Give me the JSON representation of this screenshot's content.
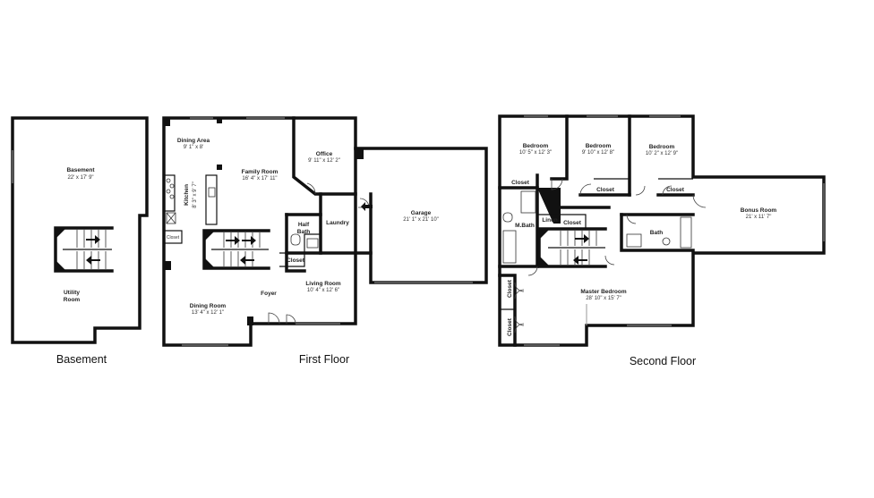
{
  "floors": [
    {
      "label": "Basement",
      "rooms": [
        {
          "name": "Basement",
          "size": "22' x 17' 9\""
        },
        {
          "name": "Utility",
          "name2": "Room"
        }
      ]
    },
    {
      "label": "First Floor",
      "rooms": [
        {
          "name": "Dining Area",
          "size": "9' 1\" x 8'"
        },
        {
          "name": "Family Room",
          "size": "16' 4\" x 17' 11\""
        },
        {
          "name": "Office",
          "size": "9' 11\" x 12' 2\""
        },
        {
          "name": "Kitchen",
          "size": "8' 3\" x 9' 7\""
        },
        {
          "name": "Closet"
        },
        {
          "name": "Half",
          "name2": "Bath"
        },
        {
          "name": "Laundry"
        },
        {
          "name": "Closet"
        },
        {
          "name": "Garage",
          "size": "21' 1\" x 21' 10\""
        },
        {
          "name": "Living Room",
          "size": "10' 4\" x 12' 6\""
        },
        {
          "name": "Foyer"
        },
        {
          "name": "Dining Room",
          "size": "13' 4\" x 12' 1\""
        }
      ]
    },
    {
      "label": "Second Floor",
      "rooms": [
        {
          "name": "Bedroom",
          "size": "10' 5\" x 12' 3\""
        },
        {
          "name": "Bedroom",
          "size": "9' 10\" x 12' 8\""
        },
        {
          "name": "Bedroom",
          "size": "10' 2\" x 12' 9\""
        },
        {
          "name": "Closet"
        },
        {
          "name": "Closet"
        },
        {
          "name": "Closet"
        },
        {
          "name": "Bonus Room",
          "size": "21' x 11' 7\""
        },
        {
          "name": "M.Bath"
        },
        {
          "name": "Linen"
        },
        {
          "name": "Closet"
        },
        {
          "name": "Bath"
        },
        {
          "name": "Closet"
        },
        {
          "name": "Master Bedroom",
          "size": "28' 10\" x 15' 7\""
        },
        {
          "name": "Closet"
        }
      ]
    }
  ]
}
